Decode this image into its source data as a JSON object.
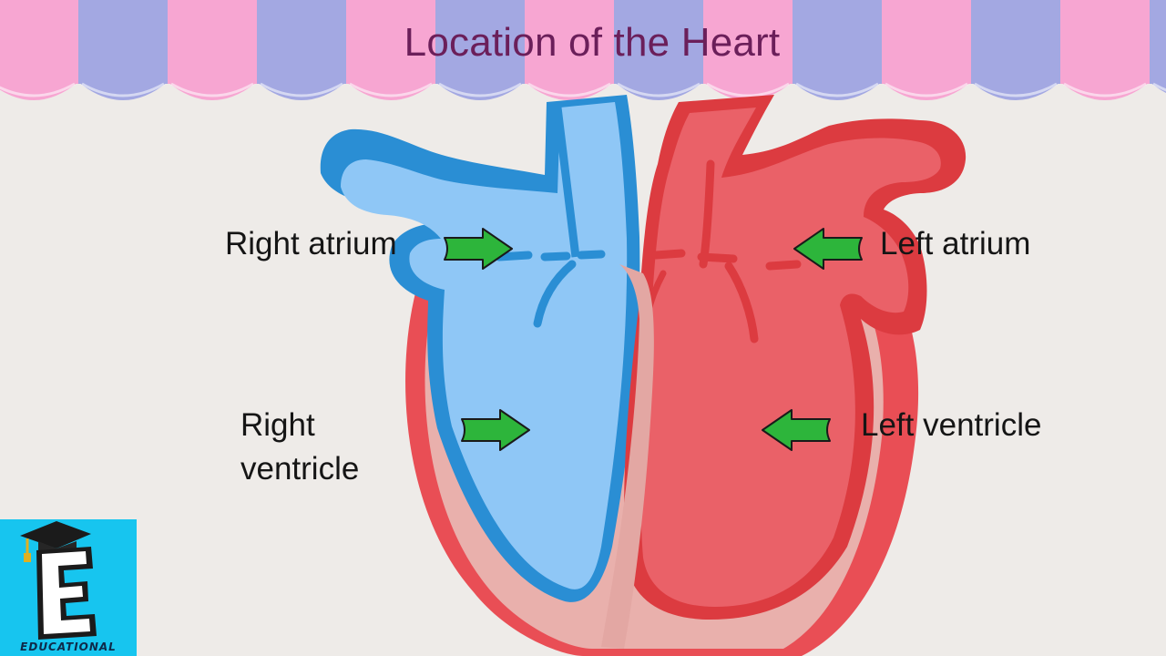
{
  "title": "Location of the Heart",
  "labels": {
    "right_atrium": "Right atrium",
    "left_atrium": "Left atrium",
    "right_ventricle": [
      "Right",
      "ventricle"
    ],
    "left_ventricle": "Left ventricle"
  },
  "logo": {
    "letter": "E",
    "text": "EDUCATIONAL"
  },
  "colors": {
    "title": "#6b1f5a",
    "awning_pink": "#f7a6d2",
    "awning_lavender": "#a3a8e2",
    "deoxygenated_blue": "#8ec6f5",
    "blue_outline": "#2a8ed4",
    "oxygenated_red": "#ea6168",
    "red_outline": "#dc3b40",
    "arrow_green": "#2db53b",
    "logo_background": "#17c5ef"
  },
  "icons": [
    "graduation-cap-icon",
    "arrow-right-icon",
    "arrow-left-icon"
  ]
}
